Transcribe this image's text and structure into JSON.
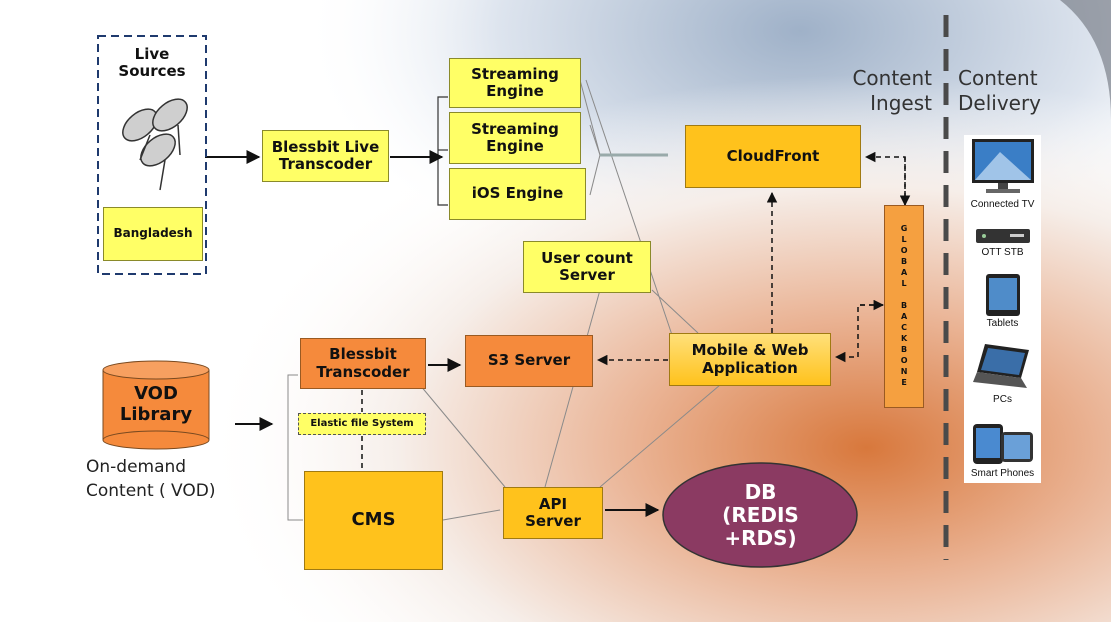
{
  "live_sources": {
    "title": "Live\nSources",
    "region": "Bangladesh"
  },
  "live_transcoder": "Blessbit Live\nTranscoder",
  "engines": [
    "Streaming\nEngine",
    "Streaming\nEngine",
    "iOS Engine"
  ],
  "cloudfront": "CloudFront",
  "user_count_server": "User count\nServer",
  "vod": {
    "library": "VOD\nLibrary",
    "caption": "On-demand\nContent ( VOD)"
  },
  "transcoder": "Blessbit\nTranscoder",
  "elastic_fs": "Elastic file System",
  "s3": "S3 Server",
  "mobile_web": "Mobile & Web\nApplication",
  "cms": "CMS",
  "api_server": "API\nServer",
  "db": "DB\n(REDIS\n+RDS)",
  "global_backbone": "GLOBAL BACKBONE",
  "headers": {
    "ingest": "Content\nIngest",
    "delivery": "Content\nDelivery"
  },
  "devices": [
    {
      "icon": "tv-icon",
      "label": "Connected TV"
    },
    {
      "icon": "set-top-box-icon",
      "label": "OTT STB"
    },
    {
      "icon": "tablet-icon",
      "label": "Tablets"
    },
    {
      "icon": "laptop-icon",
      "label": "PCs"
    },
    {
      "icon": "smartphone-icon",
      "label": "Smart Phones"
    }
  ],
  "colors": {
    "yellow": "#ffff66",
    "orange": "#f58a3c",
    "gold": "#ffc21c",
    "db": "#8b3a62"
  }
}
